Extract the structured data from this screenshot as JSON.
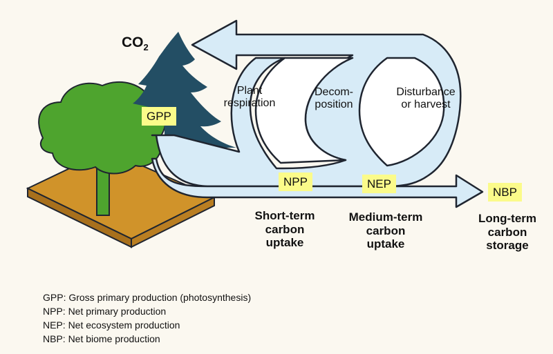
{
  "co2": {
    "main": "CO",
    "sub": "2"
  },
  "processes": {
    "plant_respiration": [
      "Plant",
      "respiration"
    ],
    "decomposition": [
      "Decom-",
      "position"
    ],
    "disturbance": [
      "Disturbance",
      "or harvest"
    ]
  },
  "badges": {
    "gpp": "GPP",
    "npp": "NPP",
    "nep": "NEP",
    "nbp": "NBP"
  },
  "stages": {
    "short_term": [
      "Short-term",
      "carbon",
      "uptake"
    ],
    "medium_term": [
      "Medium-term",
      "carbon",
      "uptake"
    ],
    "long_term": [
      "Long-term",
      "carbon",
      "storage"
    ]
  },
  "legend": [
    "GPP: Gross primary production (photosynthesis)",
    "NPP: Net primary production",
    "NEP: Net ecosystem production",
    "NBP: Net biome production"
  ],
  "colors": {
    "arrow_fill": "#d7ebf7",
    "arrow_stroke": "#1f2530",
    "conifer": "#234e64",
    "deciduous": "#4ea42e",
    "ground": "#d0932a",
    "badge": "#fbfb8a"
  }
}
